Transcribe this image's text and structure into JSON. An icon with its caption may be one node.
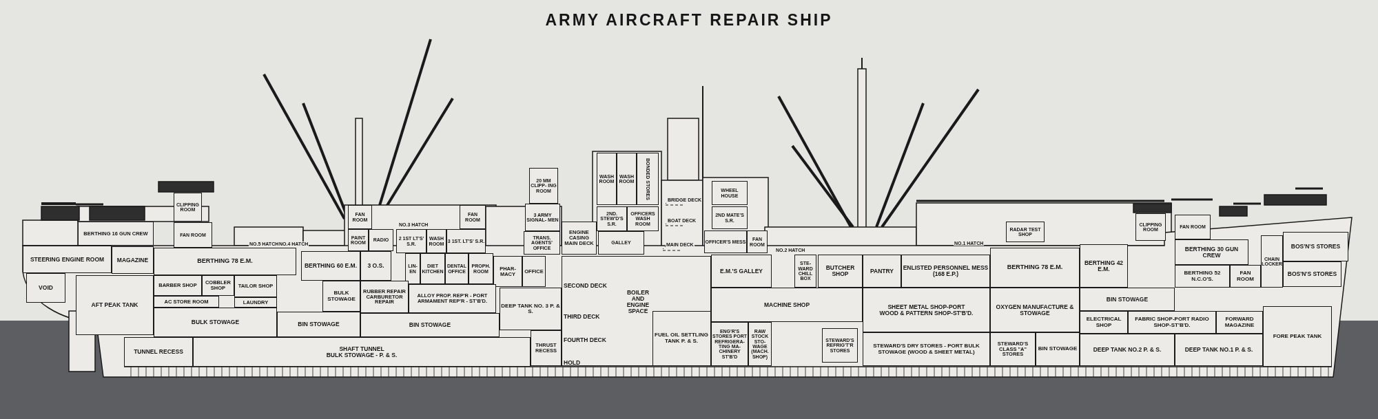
{
  "diagram": {
    "title": "ARMY AIRCRAFT REPAIR SHIP",
    "nodes": [
      {
        "text": [
          "CLIPPING ROOM"
        ]
      },
      {
        "text": [
          "20 MM CLIPP- ING ROOM"
        ]
      },
      {
        "text": [
          "WASH ROOM"
        ]
      },
      {
        "text": [
          "WASH ROOM"
        ]
      },
      {
        "text": [
          "BONDED STORES"
        ]
      },
      {
        "text": [
          "WHEEL HOUSE"
        ]
      },
      {
        "text": [
          "BERTHING 16 GUN CREW"
        ]
      },
      {
        "text": [
          "FAN ROOM"
        ]
      },
      {
        "text": [
          "FAN ROOM"
        ]
      },
      {
        "text": [
          "FAN ROOM"
        ]
      },
      {
        "text": [
          "3 ARMY SIGNAL- MEN"
        ]
      },
      {
        "text": [
          "2ND. STEW'D'S S.R."
        ]
      },
      {
        "text": [
          "OFFICERS WASH ROOM"
        ]
      },
      {
        "text": [
          "2ND MATE'S S.R."
        ]
      },
      {
        "text": [
          "RADAR TEST SHOP"
        ]
      },
      {
        "text": [
          "CLIPPING ROOM"
        ]
      },
      {
        "text": [
          "FAN ROOM"
        ]
      },
      {
        "text": [
          "PAINT ROOM"
        ]
      },
      {
        "text": [
          "RADIO"
        ]
      },
      {
        "text": [
          "2 1ST LT'S' S.R."
        ]
      },
      {
        "text": [
          "WASH ROOM"
        ]
      },
      {
        "text": [
          "3 1ST. LT'S' S.R."
        ]
      },
      {
        "text": [
          "TRANS. AGENTS' OFFICE"
        ]
      },
      {
        "text": [
          "ENGINE CASING",
          "MAIN DECK"
        ]
      },
      {
        "text": [
          "GALLEY"
        ]
      },
      {
        "text": [
          "OFFICER'S MESS"
        ]
      },
      {
        "text": [
          "FAN ROOM"
        ]
      },
      {
        "text": [
          "STEERING ENGINE ROOM"
        ]
      },
      {
        "text": [
          "MAGAZINE"
        ]
      },
      {
        "text": [
          "BERTHING 78 E.M."
        ]
      },
      {
        "text": [
          "BERTHING 60 E.M."
        ]
      },
      {
        "text": [
          "3 O.S."
        ]
      },
      {
        "text": [
          "LIN- EN"
        ]
      },
      {
        "text": [
          "DIET KITCHEN"
        ]
      },
      {
        "text": [
          "DENTAL OFFICE"
        ]
      },
      {
        "text": [
          "PROPH. ROOM"
        ]
      },
      {
        "text": [
          "PHAR- MACY"
        ]
      },
      {
        "text": [
          "OFFICE"
        ]
      },
      {
        "text": [
          "SECOND DECK",
          "BOILER AND ENGINE SPACE",
          "THIRD DECK",
          "FOURTH DECK",
          "HOLD"
        ]
      },
      {
        "text": [
          "E.M.'S GALLEY"
        ]
      },
      {
        "text": [
          "STE- WARD CHILL BOX"
        ]
      },
      {
        "text": [
          "BUTCHER SHOP"
        ]
      },
      {
        "text": [
          "PANTRY"
        ]
      },
      {
        "text": [
          "ENLISTED PERSONNEL MESS (168 E.P.)"
        ]
      },
      {
        "text": [
          "BERTHING 78 E.M."
        ]
      },
      {
        "text": [
          "BERTHING 42 E.M."
        ]
      },
      {
        "text": [
          "BERTHING 30 GUN CREW"
        ]
      },
      {
        "text": [
          "CHAIN LOCKER"
        ]
      },
      {
        "text": [
          "BOS'N'S STORES"
        ]
      },
      {
        "text": [
          "BERTHING 52 N.C.O'S."
        ]
      },
      {
        "text": [
          "FAN ROOM"
        ]
      },
      {
        "text": [
          "BOS'N'S STORES"
        ]
      },
      {
        "text": [
          "VOID"
        ]
      },
      {
        "text": [
          "AFT PEAK TANK"
        ]
      },
      {
        "text": [
          "BARBER SHOP"
        ]
      },
      {
        "text": [
          "COBBLER SHOP"
        ]
      },
      {
        "text": [
          "TAILOR SHOP"
        ]
      },
      {
        "text": [
          "AC STORE ROOM"
        ]
      },
      {
        "text": [
          "LAUNDRY"
        ]
      },
      {
        "text": [
          "BULK STOWAGE"
        ]
      },
      {
        "text": [
          "RUBBER REPAIR",
          "CARBURETOR REPAIR"
        ]
      },
      {
        "text": [
          "ALLOY PROP. REP'R - PORT",
          "ARMAMENT REP'R - ST'B'D."
        ]
      },
      {
        "text": [
          "DEEP TANK NO. 3 P. & S."
        ]
      },
      {
        "text": [
          "MACHINE SHOP"
        ]
      },
      {
        "text": [
          "SHEET METAL SHOP-PORT",
          "WOOD & PATTERN SHOP-ST'B'D."
        ]
      },
      {
        "text": [
          "OXYGEN MANUFACTURE & STOWAGE"
        ]
      },
      {
        "text": [
          "BIN STOWAGE"
        ]
      },
      {
        "text": [
          "BULK STOWAGE"
        ]
      },
      {
        "text": [
          "BIN STOWAGE"
        ]
      },
      {
        "text": [
          "BIN STOWAGE"
        ]
      },
      {
        "text": [
          "ELECTRICAL SHOP"
        ]
      },
      {
        "text": [
          "FABRIC SHOP-PORT RADIO SHOP-ST'B'D."
        ]
      },
      {
        "text": [
          "FORWARD MAGAZINE"
        ]
      },
      {
        "text": [
          "FORE PEAK TANK"
        ]
      },
      {
        "text": [
          "FUEL OIL SETTLING TANK P. & S."
        ],
        "in": 38
      },
      {
        "text": [
          "THRUST RECESS"
        ]
      },
      {
        "text": [
          "TUNNEL RECESS"
        ]
      },
      {
        "text": [
          "SHAFT TUNNEL",
          "BULK STOWAGE - P. & S."
        ]
      },
      {
        "text": [
          "ENG'R'S STORES PORT",
          "REFRIGERA- TING MA- CHINERY ST'B'D"
        ]
      },
      {
        "text": [
          "RAW STOCK STO- WAGE (MACH. SHOP)"
        ]
      },
      {
        "text": [
          "STEWARD'S REFRIG'T'R STORES"
        ]
      },
      {
        "text": [
          "STEWARD'S DRY STORES - PORT BULK STOWAGE (WOOD & SHEET METAL)"
        ]
      },
      {
        "text": [
          "STEWARD'S CLASS \"A\" STORES"
        ]
      },
      {
        "text": [
          "BIN STOWAGE"
        ]
      },
      {
        "text": [
          "DEEP TANK NO.2 P. & S."
        ]
      },
      {
        "text": [
          "DEEP TANK NO.1 P. & S."
        ]
      }
    ],
    "labels": [
      "NO.3 HATCH",
      "BRIDGE DECK",
      "BOAT DECK",
      "NO.5 HATCH",
      "NO.4 HATCH",
      "MAIN DECK",
      "NO.1 HATCH",
      "NO.2 HATCH"
    ]
  }
}
